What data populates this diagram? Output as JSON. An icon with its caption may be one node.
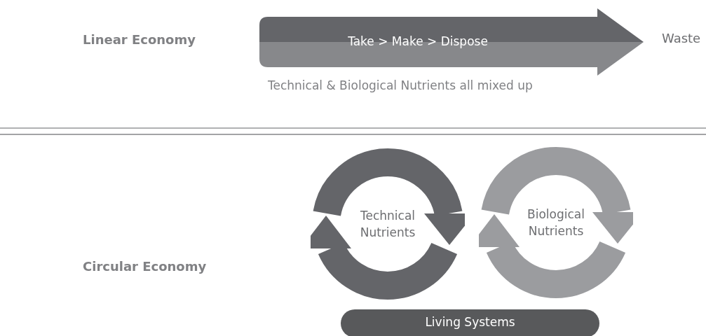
{
  "diagram": {
    "nodes": [
      {
        "text": [
          "Take > Make > Dispose"
        ],
        "beside": [
          "Technical & Biological Nutrients all mixed up"
        ]
      },
      {
        "text": [
          "Waste"
        ]
      },
      {
        "text": [
          "Technical Nutrients"
        ]
      },
      {
        "text": [
          "Biological Nutrients"
        ]
      },
      {
        "text": [
          "Living Systems"
        ]
      }
    ],
    "labels": [
      "Linear Economy",
      "Circular Economy"
    ]
  }
}
